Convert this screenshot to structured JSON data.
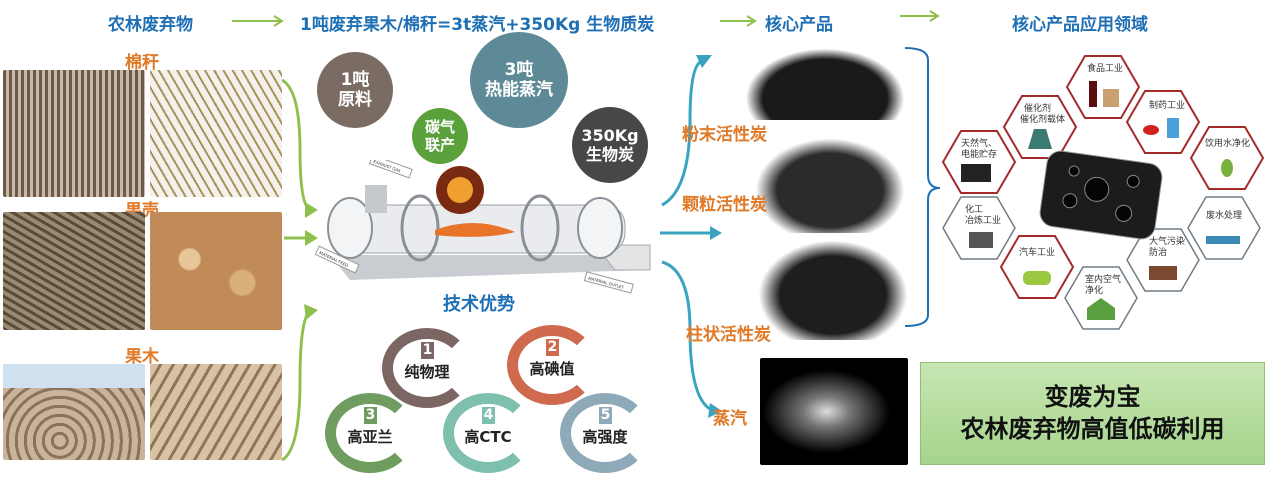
{
  "header": {
    "source": "农林废弃物",
    "equation": "1吨废弃果木/棉秆=3t蒸汽+350Kg 生物质炭",
    "products": "核心产品",
    "applications": "核心产品应用领域"
  },
  "materials": [
    {
      "label": "棉秆"
    },
    {
      "label": "果壳"
    },
    {
      "label": "果木"
    }
  ],
  "bubbles": [
    {
      "line1": "1吨",
      "line2": "原料",
      "color": "#7b6c63"
    },
    {
      "line1": "3吨",
      "line2": "热能蒸汽",
      "color": "#5e8a97"
    },
    {
      "line1": "碳气",
      "line2": "联产",
      "color": "#5aa13c"
    },
    {
      "line1": "350Kg",
      "line2": "生物炭",
      "color": "#474747"
    }
  ],
  "kiln": {
    "tags": [
      "EXHAUST GAS",
      "MATERIAL FEED",
      "MATERIAL OUTLET"
    ]
  },
  "advantages": {
    "title": "技术优势",
    "items": [
      {
        "num": "1",
        "label": "纯物理",
        "color": "#7b6663"
      },
      {
        "num": "2",
        "label": "高碘值",
        "color": "#cf6a4e"
      },
      {
        "num": "3",
        "label": "高亚兰",
        "color": "#6f9c5f"
      },
      {
        "num": "4",
        "label": "高CTC",
        "color": "#7fbfae"
      },
      {
        "num": "5",
        "label": "高强度",
        "color": "#8ea9b7"
      }
    ]
  },
  "products": [
    {
      "label": "粉末活性炭"
    },
    {
      "label": "颗粒活性炭"
    },
    {
      "label": "柱状活性炭"
    },
    {
      "label": "蒸汽"
    }
  ],
  "applications": [
    {
      "line1": "食品工业",
      "line2": ""
    },
    {
      "line1": "催化剂",
      "line2": "催化剂载体"
    },
    {
      "line1": "制药工业",
      "line2": ""
    },
    {
      "line1": "天然气、",
      "line2": "电能贮存"
    },
    {
      "line1": "饮用水净化",
      "line2": ""
    },
    {
      "line1": "化工",
      "line2": "冶炼工业"
    },
    {
      "line1": "废水处理",
      "line2": ""
    },
    {
      "line1": "汽车工业",
      "line2": ""
    },
    {
      "line1": "大气污染",
      "line2": "防治"
    },
    {
      "line1": "室内空气",
      "line2": "净化"
    }
  ],
  "slogan": {
    "line1": "变废为宝",
    "line2": "农林废弃物高值低碳利用"
  },
  "colors": {
    "blue": "#1f6fb5",
    "orange": "#e07a28",
    "green_arrow": "#8fc04e",
    "teal_arrow": "#3aa3c0"
  }
}
